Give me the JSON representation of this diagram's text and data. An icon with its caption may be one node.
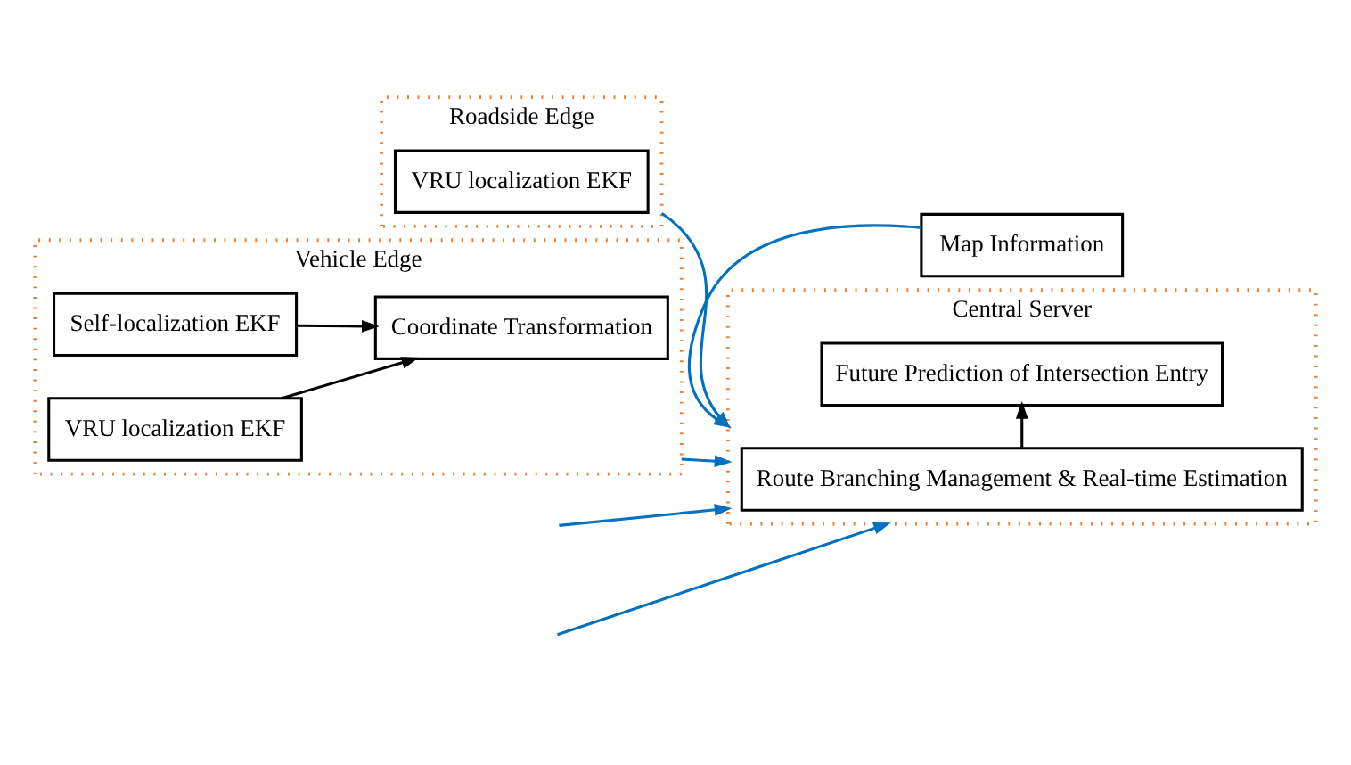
{
  "diagram": {
    "nodes": [
      {
        "text": [
          "Roadside Edge"
        ]
      },
      {
        "text": [
          "VRU localization EKF"
        ],
        "in": 0
      },
      {
        "text": [
          "Vehicle Edge"
        ]
      },
      {
        "text": [
          "VRU localization EKF"
        ],
        "in": 2
      },
      {
        "text": [
          "Self-localization EKF"
        ],
        "in": 2
      },
      {
        "text": [
          "Coordinate Transformation"
        ],
        "in": 2
      },
      {
        "text": [
          "Central Server"
        ]
      },
      {
        "text": [
          "Route Branching Management & Real-time Estimation"
        ],
        "in": 6
      },
      {
        "text": [
          "Future Prediction of Intersection Entry"
        ],
        "in": 6
      },
      {
        "text": [
          "Map Information"
        ]
      }
    ],
    "edges": [
      {
        "from": 0,
        "to": 6,
        "arrow": "to"
      },
      {
        "from": null,
        "to": 6,
        "arrow": "to"
      },
      {
        "from": 3,
        "to": 5,
        "arrow": "to",
        "color": "#000000"
      },
      {
        "from": 4,
        "to": 5,
        "arrow": "to",
        "color": "#000000"
      },
      {
        "from": 2,
        "to": 6,
        "arrow": "to"
      },
      {
        "from": null,
        "to": 6,
        "arrow": "to"
      },
      {
        "from": 7,
        "to": 8,
        "arrow": "to",
        "color": "#000000"
      },
      {
        "from": 9,
        "to": 6,
        "arrow": "to"
      }
    ]
  }
}
